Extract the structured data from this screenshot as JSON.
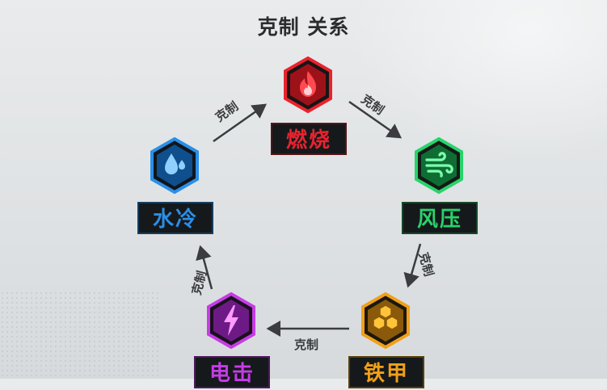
{
  "title": "克制 关系",
  "relation_label": "克制",
  "elements": [
    {
      "key": "burn",
      "label": "燃烧",
      "icon": "flame-icon",
      "color": "#e8232e"
    },
    {
      "key": "wind",
      "label": "风压",
      "icon": "wind-icon",
      "color": "#28d36b"
    },
    {
      "key": "armor",
      "label": "铁甲",
      "icon": "honeycomb-icon",
      "color": "#f0a019"
    },
    {
      "key": "shock",
      "label": "电击",
      "icon": "lightning-icon",
      "color": "#c63ce6"
    },
    {
      "key": "frost",
      "label": "水冷",
      "icon": "water-drop-icon",
      "color": "#2a8fe8"
    }
  ],
  "colors": {
    "label_background": "#15191b",
    "arrow": "#3a3c3f"
  }
}
